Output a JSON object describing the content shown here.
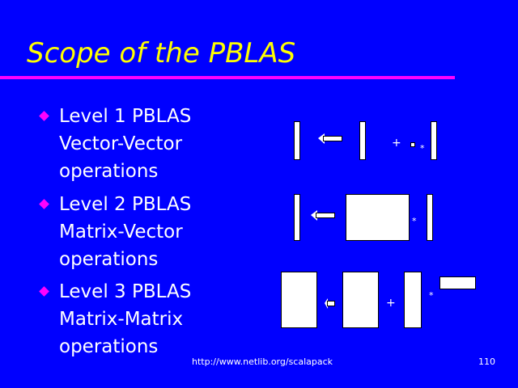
{
  "title": "Scope of the PBLAS",
  "bullets": [
    {
      "lines": [
        "Level 1 PBLAS",
        "Vector-Vector",
        "operations"
      ]
    },
    {
      "lines": [
        "Level 2 PBLAS",
        "Matrix-Vector",
        "operations"
      ]
    },
    {
      "lines": [
        "Level 3 PBLAS",
        "Matrix-Matrix",
        "operations"
      ]
    }
  ],
  "symbols": {
    "plus": "+",
    "times": "*"
  },
  "footer": {
    "url": "http://www.netlib.org/scalapack",
    "page": "110"
  }
}
